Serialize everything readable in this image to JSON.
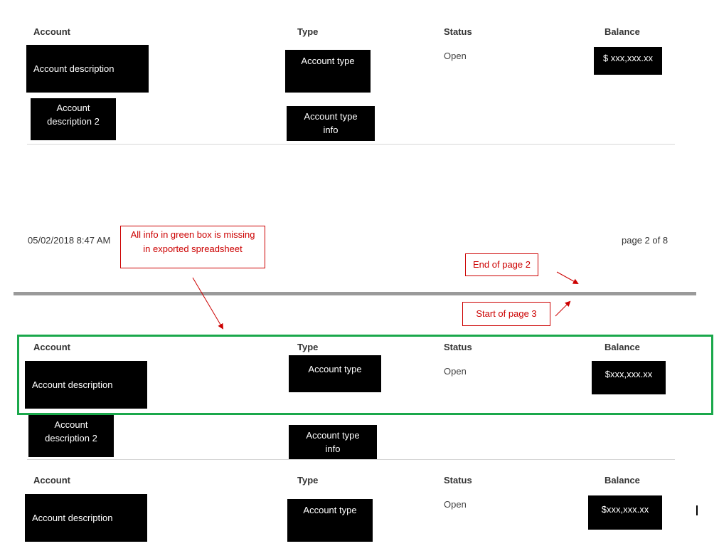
{
  "section1": {
    "headers": {
      "account": "Account",
      "type": "Type",
      "status": "Status",
      "balance": "Balance"
    },
    "account_desc": "Account description",
    "account_type": "Account type",
    "status": "Open",
    "balance": "$ xxx,xxx.xx",
    "account_desc_2_line1": "Account",
    "account_desc_2_line2": "description 2",
    "account_type_info_line1": "Account type",
    "account_type_info_line2": "info"
  },
  "footer": {
    "datetime": "05/02/2018  8:47 AM",
    "page": "page 2 of 8"
  },
  "annotations": {
    "missing_line1": "All info in green box is missing",
    "missing_line2": "in exported spreadsheet",
    "end_page": "End of page 2",
    "start_page": "Start of page 3",
    "arrow_color": "#cc0000",
    "green_box_color": "#1aa84b"
  },
  "section2": {
    "headers": {
      "account": "Account",
      "type": "Type",
      "status": "Status",
      "balance": "Balance"
    },
    "account_desc": "Account description",
    "account_type": "Account type",
    "status": "Open",
    "balance": "$xxx,xxx.xx",
    "account_desc_2_line1": "Account",
    "account_desc_2_line2": "description 2",
    "account_type_info_line1": "Account type",
    "account_type_info_line2": "info"
  },
  "section3": {
    "headers": {
      "account": "Account",
      "type": "Type",
      "status": "Status",
      "balance": "Balance"
    },
    "account_desc": "Account description",
    "account_type": "Account type",
    "status": "Open",
    "balance": "$xxx,xxx.xx"
  }
}
